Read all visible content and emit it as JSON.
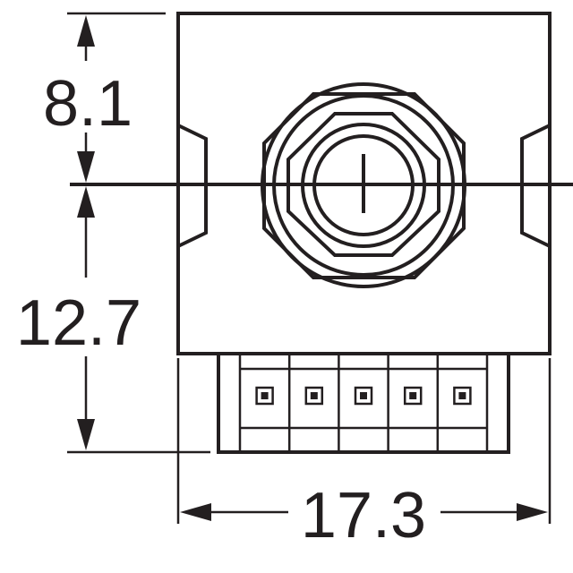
{
  "dimensions": {
    "top_offset": "8.1",
    "bottom_height": "12.7",
    "width": "17.3"
  },
  "colors": {
    "line": "#231f20",
    "background": "#ffffff"
  },
  "pins": {
    "count": 5
  }
}
